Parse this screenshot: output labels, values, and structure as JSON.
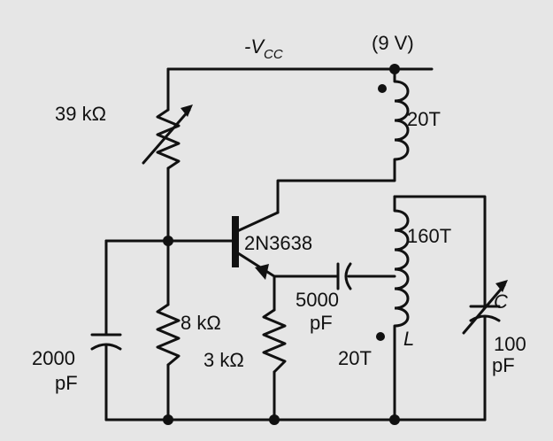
{
  "supply": {
    "name": "-V",
    "subscript": "CC",
    "value": "(9 V)"
  },
  "components": {
    "r_top": "39 kΩ",
    "r_bias": "8 kΩ",
    "r_emitter": "3 kΩ",
    "c_base": "2000",
    "c_base_unit": "pF",
    "c_coupling": "5000",
    "c_coupling_unit": "pF",
    "c_tuning": "C",
    "c_tuning_value": "100",
    "c_tuning_unit": "pF",
    "transistor": "2N3638",
    "coil_feedback": "20T",
    "coil_main": "160T",
    "coil_tap": "20T",
    "inductor": "L"
  }
}
